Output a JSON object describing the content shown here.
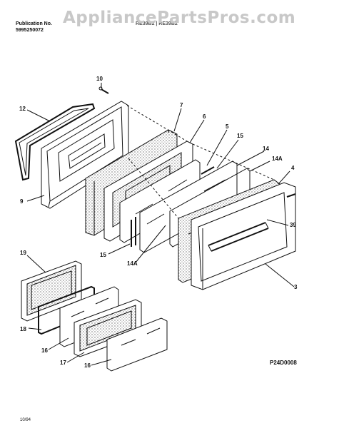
{
  "header": {
    "publication_label": "Publication No.",
    "publication_number": "5995250072",
    "model_numbers": "RE39B2 | RE39B2"
  },
  "watermark": "AppliancePartsPros.com",
  "diagram_code": "P24D0008",
  "footer_date": "10/94",
  "callouts": {
    "c10": "10",
    "c12": "12",
    "c9": "9",
    "c7": "7",
    "c6": "6",
    "c5": "5",
    "c15a": "15",
    "c14": "14",
    "c14a_top": "14A",
    "c4": "4",
    "c39": "39",
    "c3": "3",
    "c15b": "15",
    "c14a_bottom": "14A",
    "c19": "19",
    "c18": "18",
    "c16a": "16",
    "c17": "17",
    "c16b": "16"
  }
}
